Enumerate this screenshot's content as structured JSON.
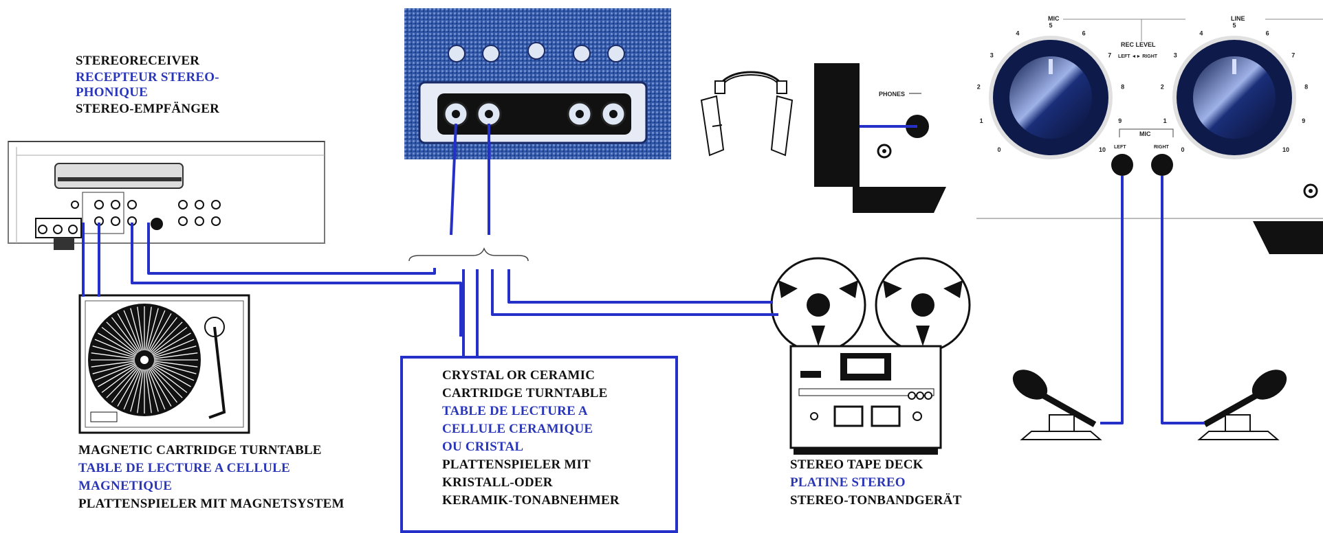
{
  "colors": {
    "cable": "#2430c8",
    "english_german_text": "#111111",
    "french_text": "#2a36b8",
    "device_dark": "#111111",
    "panel_blue": "#2a4a9a"
  },
  "labels": {
    "receiver": {
      "line1": "STEREORECEIVER",
      "line2": "RECEPTEUR STEREO-",
      "line3": "PHONIQUE",
      "line4": "STEREO-EMPFÄNGER"
    },
    "magnetic_turntable": {
      "line1": "MAGNETIC CARTRIDGE TURNTABLE",
      "line2": "TABLE DE LECTURE A CELLULE",
      "line3": "MAGNETIQUE",
      "line4": "PLATTENSPIELER MIT MAGNETSYSTEM"
    },
    "crystal_turntable": {
      "line1": "CRYSTAL OR CERAMIC",
      "line2": "CARTRIDGE TURNTABLE",
      "line3": "TABLE DE LECTURE A",
      "line4": "CELLULE CERAMIQUE",
      "line5": "OU CRISTAL",
      "line6": "PLATTENSPIELER MIT",
      "line7": "KRISTALL-ODER",
      "line8": "KERAMIK-TONABNEHMER"
    },
    "tape_deck": {
      "line1": "STEREO TAPE DECK",
      "line2": "PLATINE STEREO",
      "line3": "STEREO-TONBANDGERÄT"
    }
  },
  "panel": {
    "mic_label": "MIC",
    "line_label": "LINE",
    "rec_level": "REC LEVEL",
    "left_right": "LEFT ◄► RIGHT",
    "mic_inputs_label": "MIC",
    "left_jack": "LEFT",
    "right_jack": "RIGHT",
    "phones_label": "PHONES",
    "dial_ticks": [
      "0",
      "1",
      "2",
      "3",
      "4",
      "5",
      "6",
      "7",
      "8",
      "9",
      "10"
    ]
  },
  "icons": {
    "headphones": "headphones-icon",
    "microphone": "microphone-icon",
    "turntable": "turntable-icon",
    "reel_to_reel": "reel-to-reel-icon",
    "knob": "rotary-knob-icon"
  }
}
